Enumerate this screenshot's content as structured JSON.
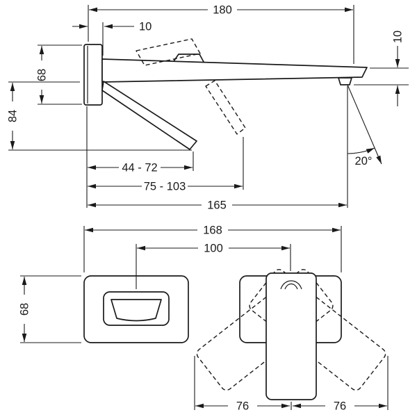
{
  "drawing_type": "faucet-installation-dimension-drawing",
  "colors": {
    "line": "#1a1a1a",
    "background": "#ffffff"
  },
  "side_view": {
    "dims": {
      "overall_depth": "180",
      "escutcheon_depth": "10",
      "escutcheon_height": "68",
      "height_below": "84",
      "spout_drop": "10",
      "stream_angle": "20°",
      "handle_reach_min": "44 - 72",
      "handle_reach_max": "75 - 103",
      "stream_reach": "165"
    }
  },
  "front_view": {
    "dims": {
      "overall_width": "168",
      "center_distance": "100",
      "escutcheon_height": "68",
      "swing_left": "76",
      "swing_right": "76"
    }
  }
}
